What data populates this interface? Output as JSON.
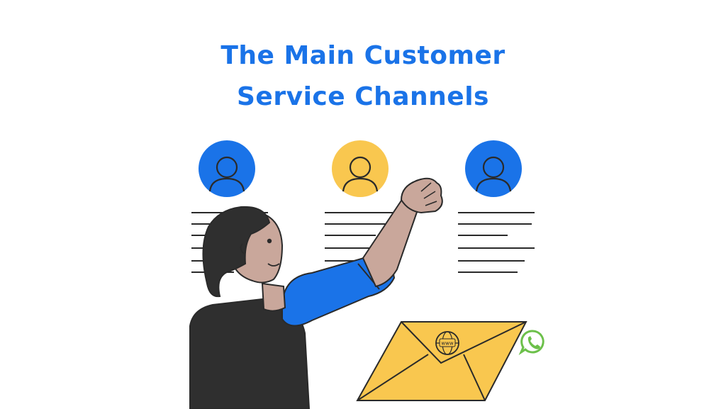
{
  "title": {
    "line1": "The Main Customer",
    "line2": "Service Channels"
  },
  "envelope": {
    "badge_text": "www"
  },
  "colors": {
    "title": "#1a73e8",
    "avatar_blue": "#1a73e8",
    "avatar_yellow": "#f9c74f",
    "outline": "#2a2a2a",
    "skin": "#c9a79b",
    "sleeve": "#1a73e8",
    "shirt": "#2f2f2f",
    "envelope": "#f9c74f",
    "whatsapp": "#6cc04a"
  },
  "icons": [
    "user-icon",
    "user-icon",
    "user-icon",
    "globe-icon",
    "whatsapp-icon"
  ]
}
